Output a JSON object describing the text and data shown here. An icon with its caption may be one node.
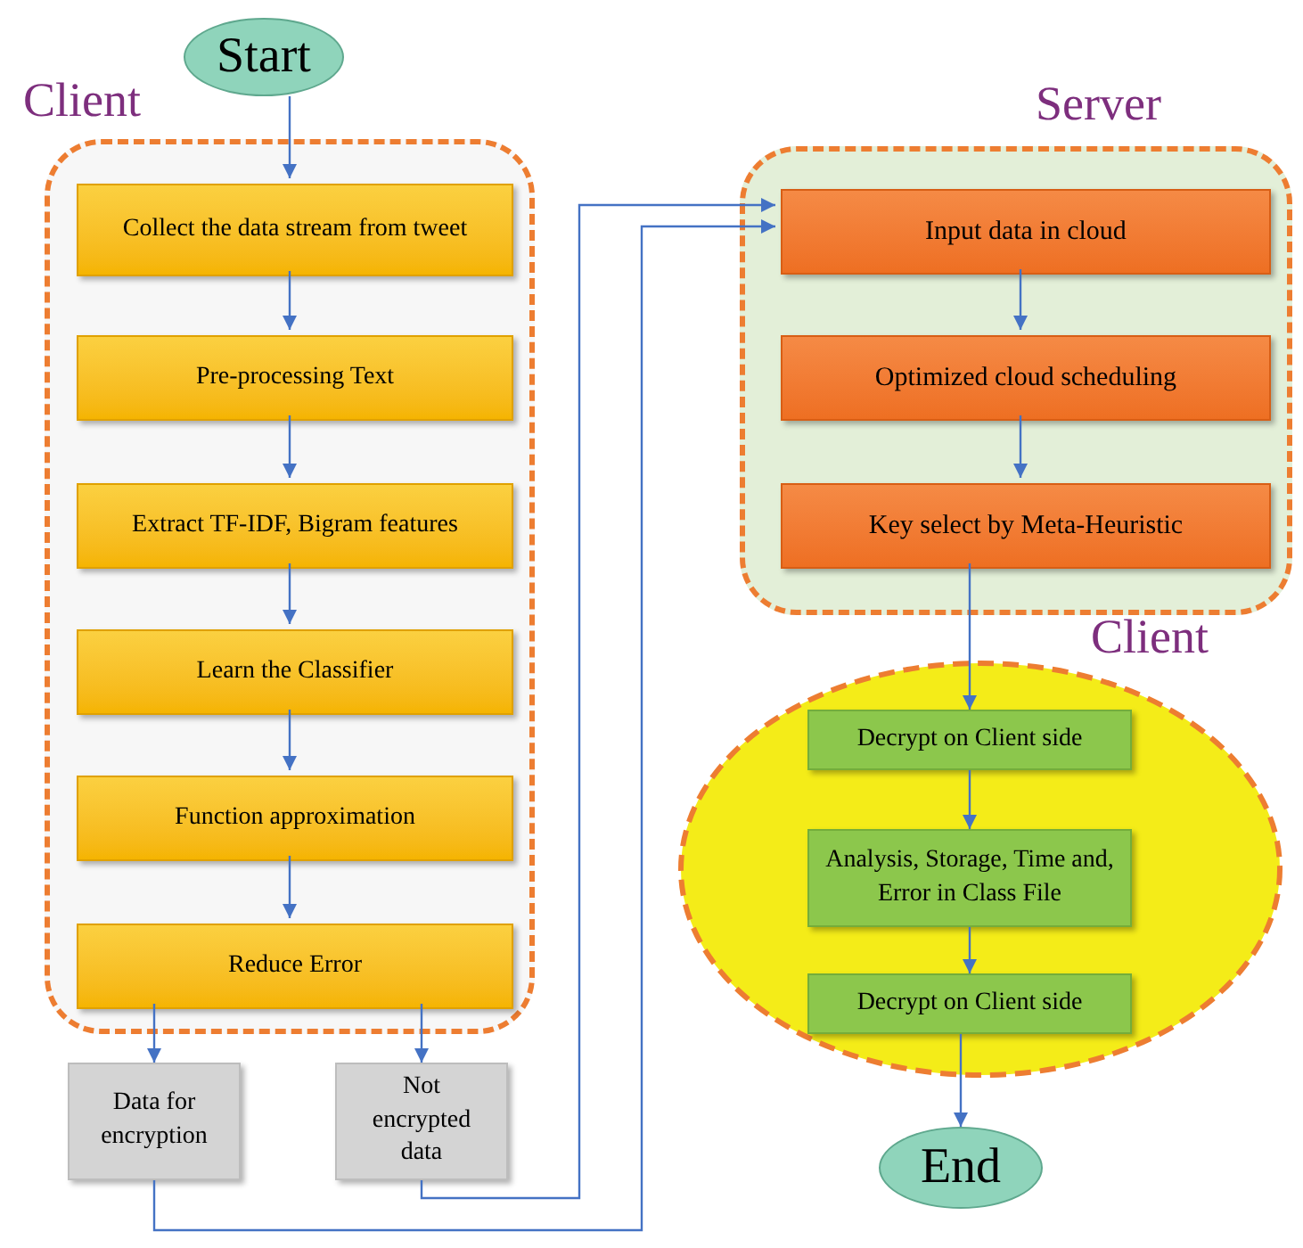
{
  "diagram": {
    "nodes": [
      {
        "text": [
          "Start"
        ]
      },
      {
        "text": [
          "Client"
        ]
      },
      {
        "text": [
          "Collect the data stream from tweet"
        ],
        "in": 1
      },
      {
        "text": [
          "Pre-processing Text"
        ],
        "in": 1
      },
      {
        "text": [
          "Extract TF-IDF, Bigram features"
        ],
        "in": 1
      },
      {
        "text": [
          "Learn the Classifier"
        ],
        "in": 1
      },
      {
        "text": [
          "Function approximation"
        ],
        "in": 1
      },
      {
        "text": [
          "Reduce Error"
        ],
        "in": 1
      },
      {
        "text": [
          "Data for encryption"
        ]
      },
      {
        "text": [
          "Not encrypted data"
        ]
      },
      {
        "text": [
          "Server"
        ]
      },
      {
        "text": [
          "Input data in cloud"
        ],
        "in": 10
      },
      {
        "text": [
          "Optimized cloud scheduling"
        ],
        "in": 10
      },
      {
        "text": [
          "Key select by Meta-Heuristic"
        ],
        "in": 10
      },
      {
        "text": [
          "Client"
        ]
      },
      {
        "text": [
          "Decrypt on Client side"
        ],
        "in": 14
      },
      {
        "text": [
          "Analysis, Storage, Time and, Error in Class File"
        ],
        "in": 14
      },
      {
        "text": [
          "Decrypt on Client side"
        ],
        "in": 14
      },
      {
        "text": [
          "End"
        ]
      }
    ],
    "edges": [
      {
        "from": 0,
        "to": 2,
        "arrow": "to"
      },
      {
        "from": 2,
        "to": 3,
        "arrow": "to"
      },
      {
        "from": 3,
        "to": 4,
        "arrow": "to"
      },
      {
        "from": 4,
        "to": 5,
        "arrow": "to"
      },
      {
        "from": 5,
        "to": 6,
        "arrow": "to"
      },
      {
        "from": 6,
        "to": 7,
        "arrow": "to"
      },
      {
        "from": 7,
        "to": 8,
        "arrow": "to"
      },
      {
        "from": 7,
        "to": 9,
        "arrow": "to"
      },
      {
        "from": 8,
        "to": 11,
        "arrow": "to"
      },
      {
        "from": 9,
        "to": 11,
        "arrow": "to"
      },
      {
        "from": 11,
        "to": 12,
        "arrow": "to"
      },
      {
        "from": 12,
        "to": 13,
        "arrow": "to"
      },
      {
        "from": 13,
        "to": 15,
        "arrow": "to"
      },
      {
        "from": 15,
        "to": 16,
        "arrow": "to"
      },
      {
        "from": 16,
        "to": 17,
        "arrow": "to"
      },
      {
        "from": 17,
        "to": 18,
        "arrow": "to"
      }
    ]
  }
}
